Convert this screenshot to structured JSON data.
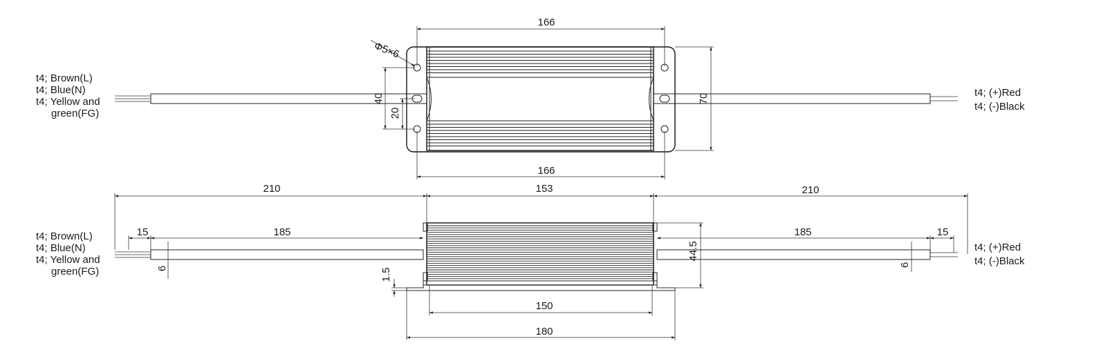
{
  "top_view": {
    "dims": {
      "top_width": "166",
      "bottom_width": "166",
      "height": "70",
      "mount_spacing": "40",
      "mount_offset": "20",
      "hole": "Φ5×6"
    },
    "input_wires": [
      "t4; Brown(L)",
      "t4; Blue(N)",
      "t4; Yellow and",
      "green(FG)"
    ],
    "output_wires": [
      "t4; (+)Red",
      "t4; (-)Black"
    ]
  },
  "side_view": {
    "dims": {
      "left_cable": "210",
      "body": "153",
      "right_cable": "210",
      "left_strip": "15",
      "left_run": "185",
      "right_run": "185",
      "right_strip": "15",
      "height": "44.5",
      "left_wire_dia": "6",
      "right_wire_dia": "6",
      "flange": "1.5",
      "inner_length": "150",
      "flange_length": "180"
    },
    "input_wires": [
      "t4; Brown(L)",
      "t4; Blue(N)",
      "t4; Yellow and",
      "green(FG)"
    ],
    "output_wires": [
      "t4; (+)Red",
      "t4; (-)Black"
    ]
  },
  "colors": {
    "line": "#222222",
    "background": "#ffffff"
  }
}
